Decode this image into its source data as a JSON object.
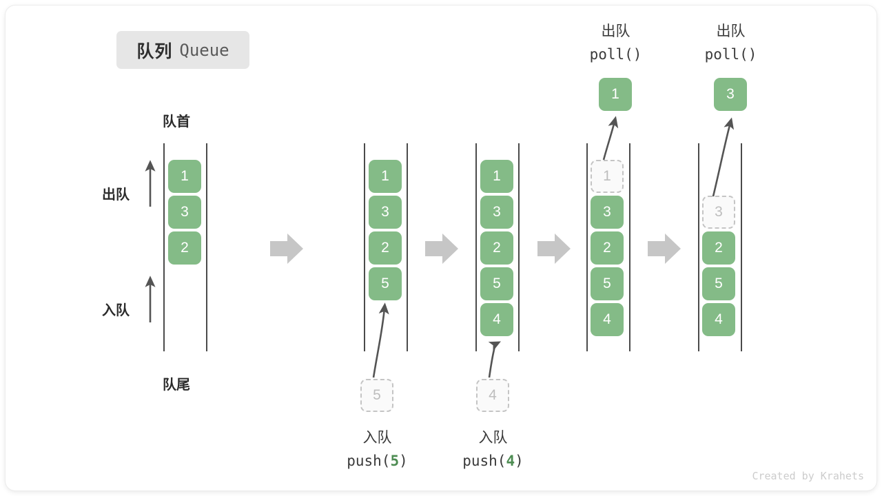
{
  "title": {
    "cn": "队列",
    "en": "Queue"
  },
  "axis_labels": {
    "front": "队首",
    "rear": "队尾",
    "dequeue": "出队",
    "enqueue": "入队"
  },
  "footer": "Created by Krahets",
  "colors": {
    "element_green": "#84bb87",
    "ghost_fill": "#fafafa",
    "ghost_border": "#c4c4c4",
    "ghost_text": "#bdbdbd",
    "rail": "#4a4a4a",
    "step_arrow": "#c6c6c6",
    "accent_text": "#4d8c52"
  },
  "columns": [
    {
      "id": "initial",
      "items": [
        "1",
        "3",
        "2"
      ],
      "ghost_index": -1
    },
    {
      "id": "after-push-5",
      "items": [
        "1",
        "3",
        "2",
        "5"
      ],
      "ghost_index": -1
    },
    {
      "id": "after-push-4",
      "items": [
        "1",
        "3",
        "2",
        "5",
        "4"
      ],
      "ghost_index": -1
    },
    {
      "id": "after-poll-1",
      "items": [
        "1",
        "3",
        "2",
        "5",
        "4"
      ],
      "ghost_index": 0
    },
    {
      "id": "after-poll-3",
      "items": [
        "3",
        "2",
        "5",
        "4"
      ],
      "ghost_index": 0
    }
  ],
  "operations": {
    "push_5": {
      "cn": "入队",
      "fn_name": "push(",
      "arg": "5",
      "fn_tail": ")",
      "input_value": "5"
    },
    "push_4": {
      "cn": "入队",
      "fn_name": "push(",
      "arg": "4",
      "fn_tail": ")",
      "input_value": "4"
    },
    "poll_1": {
      "cn": "出队",
      "fn_name": "poll()",
      "result_value": "1"
    },
    "poll_3": {
      "cn": "出队",
      "fn_name": "poll()",
      "result_value": "3"
    }
  }
}
